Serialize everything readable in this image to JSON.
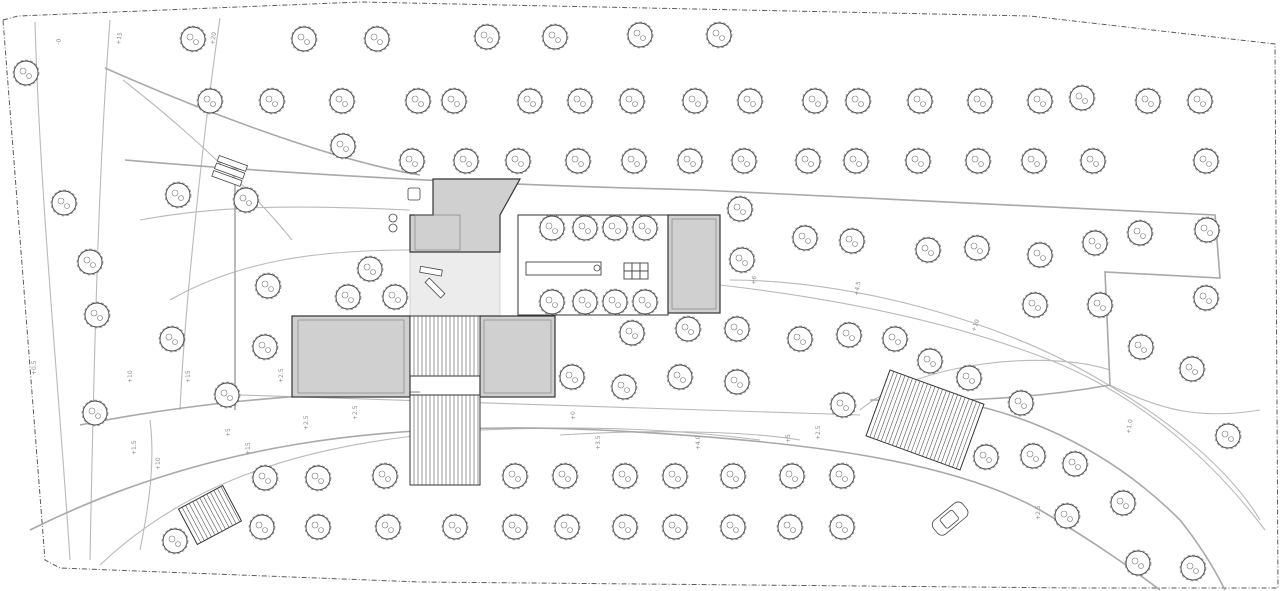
{
  "contour_labels": [
    "-0",
    "+15",
    "+20",
    "+0.5",
    "+10",
    "+15",
    "+2.5",
    "+2.5",
    "+2.5",
    "+0",
    "+5",
    "+4.5",
    "+6",
    "+10",
    "+1.0",
    "+1.5",
    "+5",
    "+10",
    "+15",
    "+2.5",
    "+2.5",
    "+3.5",
    "+4.0"
  ],
  "icons": {
    "tree": "tree-symbol-icon",
    "car": "car-icon",
    "bench": "picnic-bench-icon",
    "chair": "lounge-chair-icon"
  },
  "colors": {
    "roof": "#d0d0d0",
    "line": "#333333",
    "contour": "#b9b9b9",
    "road": "#a9a9a9"
  }
}
